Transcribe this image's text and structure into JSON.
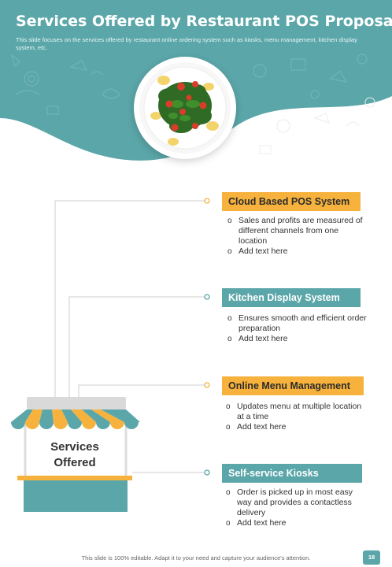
{
  "header": {
    "title": "Services Offered by Restaurant POS Proposal",
    "subtitle": "This slide focuses on the services offered by restaurant online ordering system such as kiosks, menu management, kitchen display system, etc."
  },
  "kiosk": {
    "label_line1": "Services",
    "label_line2": "Offered"
  },
  "services": [
    {
      "title": "Cloud Based POS System",
      "bullets": [
        "Sales and profits are measured of different channels from one location",
        "Add text here"
      ]
    },
    {
      "title": "Kitchen Display System",
      "bullets": [
        "Ensures smooth and efficient order preparation",
        "Add text here"
      ]
    },
    {
      "title": "Online Menu Management",
      "bullets": [
        "Updates menu at multiple location at a time",
        "Add text here"
      ]
    },
    {
      "title": "Self-service Kiosks",
      "bullets": [
        "Order is picked up in most easy way and provides a contactless delivery",
        "Add text here"
      ]
    }
  ],
  "footer": {
    "note": "This slide is 100% editable. Adapt it to your need and capture your audience's attention.",
    "page_number": "18"
  },
  "colors": {
    "teal": "#5ba6a9",
    "yellow": "#f6b23c",
    "dark": "#333333"
  }
}
